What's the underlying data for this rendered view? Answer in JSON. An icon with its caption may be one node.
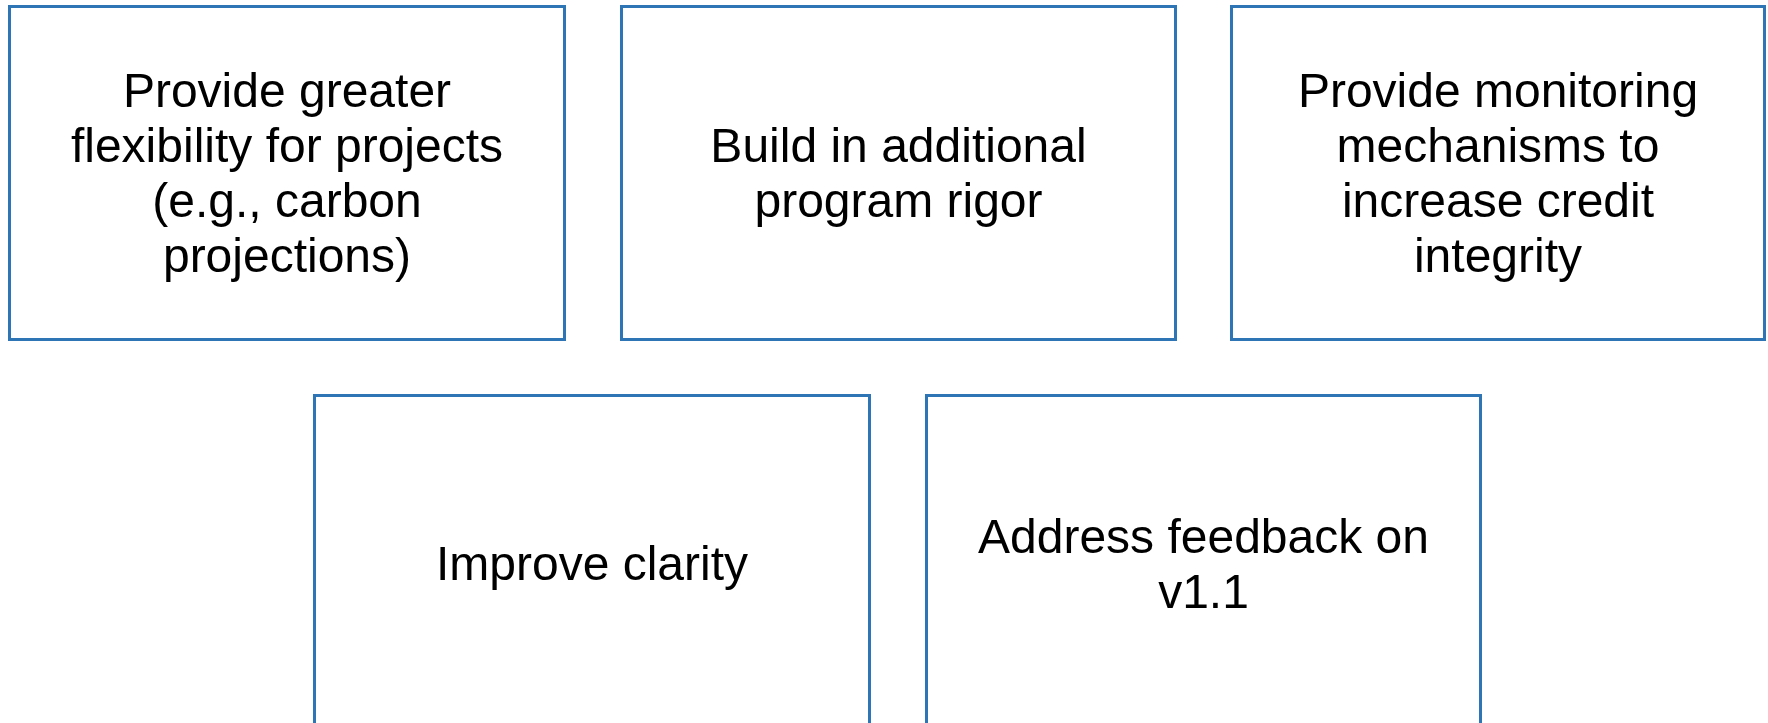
{
  "diagram": {
    "nodes": [
      {
        "text": [
          "Provide greater flexibility for projects (e.g., carbon projections)"
        ]
      },
      {
        "text": [
          "Build in additional program rigor"
        ]
      },
      {
        "text": [
          "Provide monitoring mechanisms to increase credit integrity"
        ]
      },
      {
        "text": [
          "Improve clarity"
        ]
      },
      {
        "text": [
          "Address feedback on v1.1"
        ]
      }
    ]
  }
}
